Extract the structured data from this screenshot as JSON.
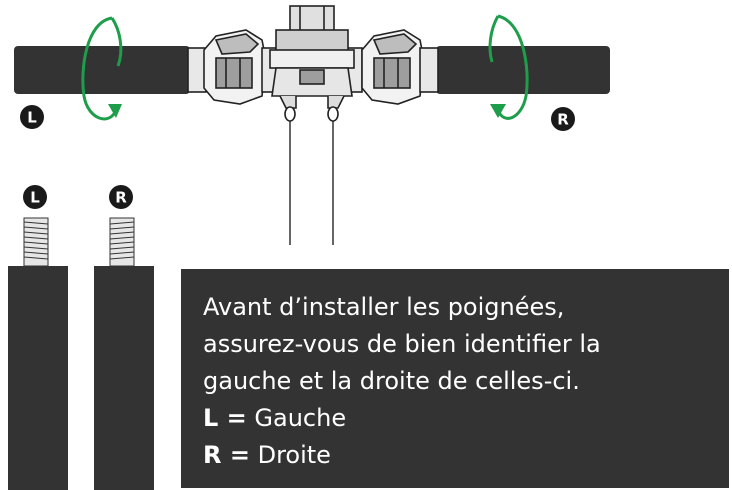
{
  "labels": {
    "left": "L",
    "right": "R"
  },
  "info": {
    "lines": [
      "Avant d’installer les poignées,",
      "assurez-vous de bien identifier la",
      "gauche et la droite de celles-ci."
    ],
    "legend": [
      {
        "key": "L =",
        "value": "Gauche"
      },
      {
        "key": "R =",
        "value": "Droite"
      }
    ]
  },
  "colors": {
    "grip": "#333333",
    "arrow": "#1e9e4a",
    "box_bg": "#333333",
    "badge": "#1a1a1a"
  }
}
